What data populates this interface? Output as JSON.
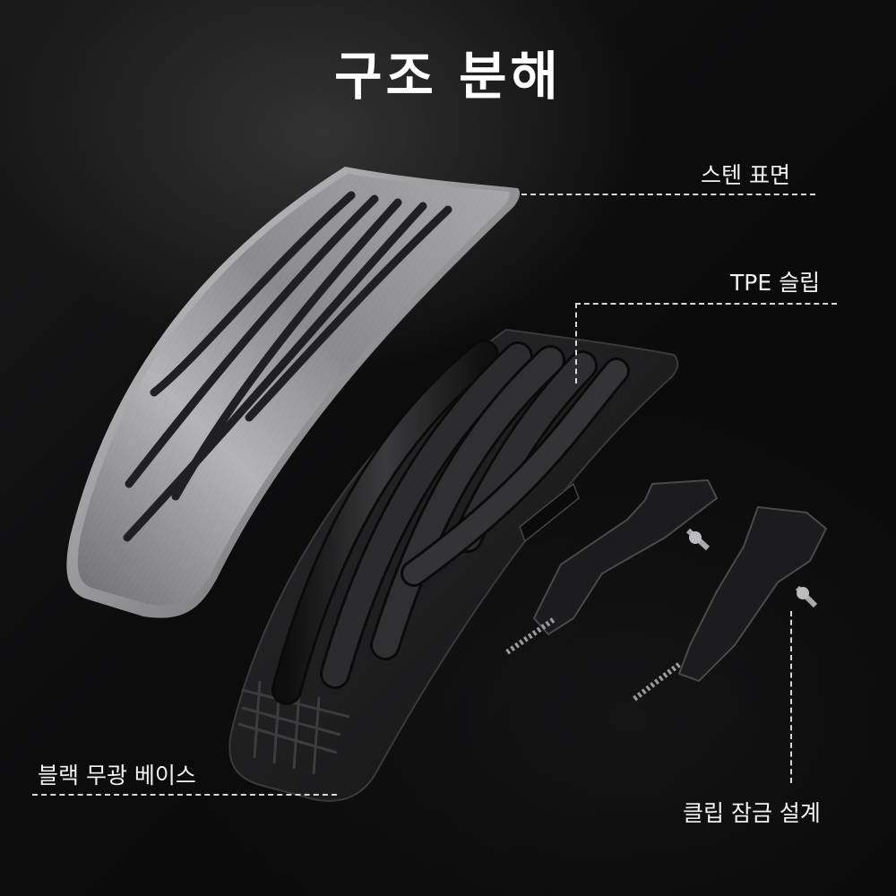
{
  "title": "구조 분해",
  "labels": {
    "stainless_surface": "스텐 표면",
    "tpe_slip": "TPE 슬립",
    "black_matte_base": "블랙 무광 베이스",
    "clip_lock_design": "클립 잠금 설계"
  },
  "colors": {
    "background": "#0b0b0c",
    "text": "#ffffff",
    "metal": "#9a9a9c",
    "rubber": "#1e1e20"
  }
}
